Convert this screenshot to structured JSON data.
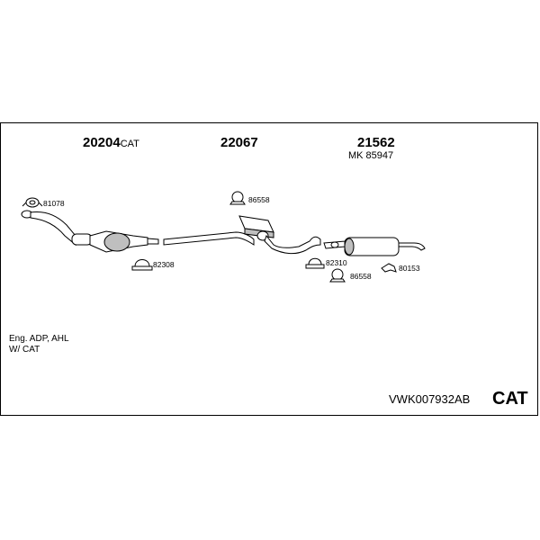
{
  "parts": {
    "cat_converter": {
      "number": "20204",
      "suffix": "CAT"
    },
    "middle_silencer": {
      "number": "22067"
    },
    "rear_silencer": {
      "number": "21562",
      "kit": "MK 85947"
    },
    "clamp_81078": "81078",
    "clamp_82308": "82308",
    "hanger_86558_top": "86558",
    "clamp_82310": "82310",
    "hanger_86558_bottom": "86558",
    "bracket_80153": "80153"
  },
  "notes": {
    "line1": "Eng. ADP, AHL",
    "line2": "W/ CAT"
  },
  "footer": {
    "code": "VWK007932AB",
    "badge": "CAT"
  },
  "colors": {
    "line": "#000000",
    "fill": "#ffffff",
    "shade": "#bfbfbf"
  }
}
